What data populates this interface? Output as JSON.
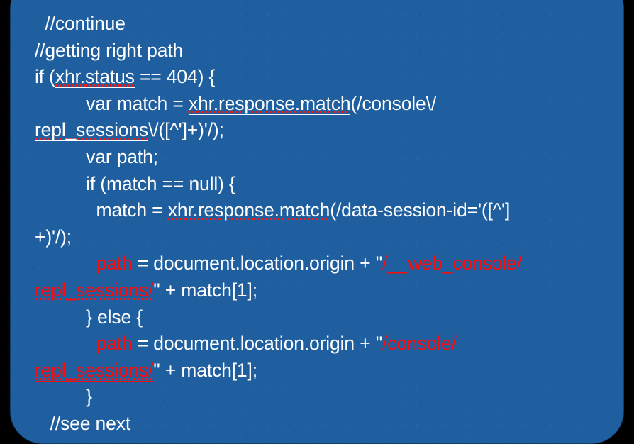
{
  "panel": {
    "background_color": "#1f5f9f",
    "border_color": "#0e3e6e",
    "page_background_color": "#000000",
    "text_color": "#ffffff",
    "accent_color": "#fb0b0b",
    "spellcheck_underline_color": "#ef1b1b"
  },
  "code": {
    "language": "javascript",
    "lines": [
      {
        "id": "line-1",
        "segments": [
          {
            "text": "  //continue",
            "color": "white",
            "spell": false,
            "underline": false
          }
        ]
      },
      {
        "id": "line-2",
        "segments": [
          {
            "text": "//getting right path",
            "color": "white",
            "spell": false,
            "underline": false
          }
        ]
      },
      {
        "id": "line-3",
        "segments": [
          {
            "text": "if (",
            "color": "white",
            "spell": false,
            "underline": false
          },
          {
            "text": "xhr.status",
            "color": "white",
            "spell": true,
            "underline": true
          },
          {
            "text": " == 404) {",
            "color": "white",
            "spell": false,
            "underline": false
          }
        ]
      },
      {
        "id": "line-4",
        "segments": [
          {
            "text": "          var match = ",
            "color": "white",
            "spell": false,
            "underline": false
          },
          {
            "text": "xhr.response.match",
            "color": "white",
            "spell": true,
            "underline": true
          },
          {
            "text": "(/console\\/",
            "color": "white",
            "spell": false,
            "underline": false
          }
        ]
      },
      {
        "id": "line-5",
        "segments": [
          {
            "text": "repl_sessions",
            "color": "white",
            "spell": true,
            "underline": true
          },
          {
            "text": "\\/([^']+)'/);",
            "color": "white",
            "spell": false,
            "underline": false
          }
        ]
      },
      {
        "id": "line-6",
        "segments": [
          {
            "text": "          var path;",
            "color": "white",
            "spell": false,
            "underline": false
          }
        ]
      },
      {
        "id": "line-7",
        "segments": [
          {
            "text": "          if (match == null) {",
            "color": "white",
            "spell": false,
            "underline": false
          }
        ]
      },
      {
        "id": "line-8",
        "segments": [
          {
            "text": "            match = ",
            "color": "white",
            "spell": false,
            "underline": false
          },
          {
            "text": "xhr.response.match",
            "color": "white",
            "spell": true,
            "underline": true
          },
          {
            "text": "(/data-session-id='([^']",
            "color": "white",
            "spell": false,
            "underline": false
          }
        ]
      },
      {
        "id": "line-9",
        "segments": [
          {
            "text": "+)'/);",
            "color": "white",
            "spell": false,
            "underline": false
          }
        ]
      },
      {
        "id": "line-10",
        "segments": [
          {
            "text": "            ",
            "color": "white",
            "spell": false,
            "underline": false
          },
          {
            "text": "path",
            "color": "red",
            "spell": false,
            "underline": false
          },
          {
            "text": " = document.location.origin + \"",
            "color": "white",
            "spell": false,
            "underline": false
          },
          {
            "text": "/__web_console/",
            "color": "red",
            "spell": false,
            "underline": false
          }
        ]
      },
      {
        "id": "line-11",
        "segments": [
          {
            "text": "repl_sessions/",
            "color": "red",
            "spell": true,
            "underline": true
          },
          {
            "text": "\" + match[1];",
            "color": "white",
            "spell": false,
            "underline": false
          }
        ]
      },
      {
        "id": "line-12",
        "segments": [
          {
            "text": "          } else {",
            "color": "white",
            "spell": false,
            "underline": false
          }
        ]
      },
      {
        "id": "line-13",
        "segments": [
          {
            "text": "            ",
            "color": "white",
            "spell": false,
            "underline": false
          },
          {
            "text": "path",
            "color": "red",
            "spell": false,
            "underline": false
          },
          {
            "text": " = document.location.origin + \"",
            "color": "white",
            "spell": false,
            "underline": false
          },
          {
            "text": "/console/",
            "color": "red",
            "spell": false,
            "underline": false
          }
        ]
      },
      {
        "id": "line-14",
        "segments": [
          {
            "text": "repl_sessions/",
            "color": "red",
            "spell": true,
            "underline": true
          },
          {
            "text": "\" + match[1];",
            "color": "white",
            "spell": false,
            "underline": false
          }
        ]
      },
      {
        "id": "line-15",
        "segments": [
          {
            "text": "          }",
            "color": "white",
            "spell": false,
            "underline": false
          }
        ]
      },
      {
        "id": "line-16",
        "segments": [
          {
            "text": "   //see next",
            "color": "white",
            "spell": false,
            "underline": false
          }
        ]
      }
    ]
  }
}
